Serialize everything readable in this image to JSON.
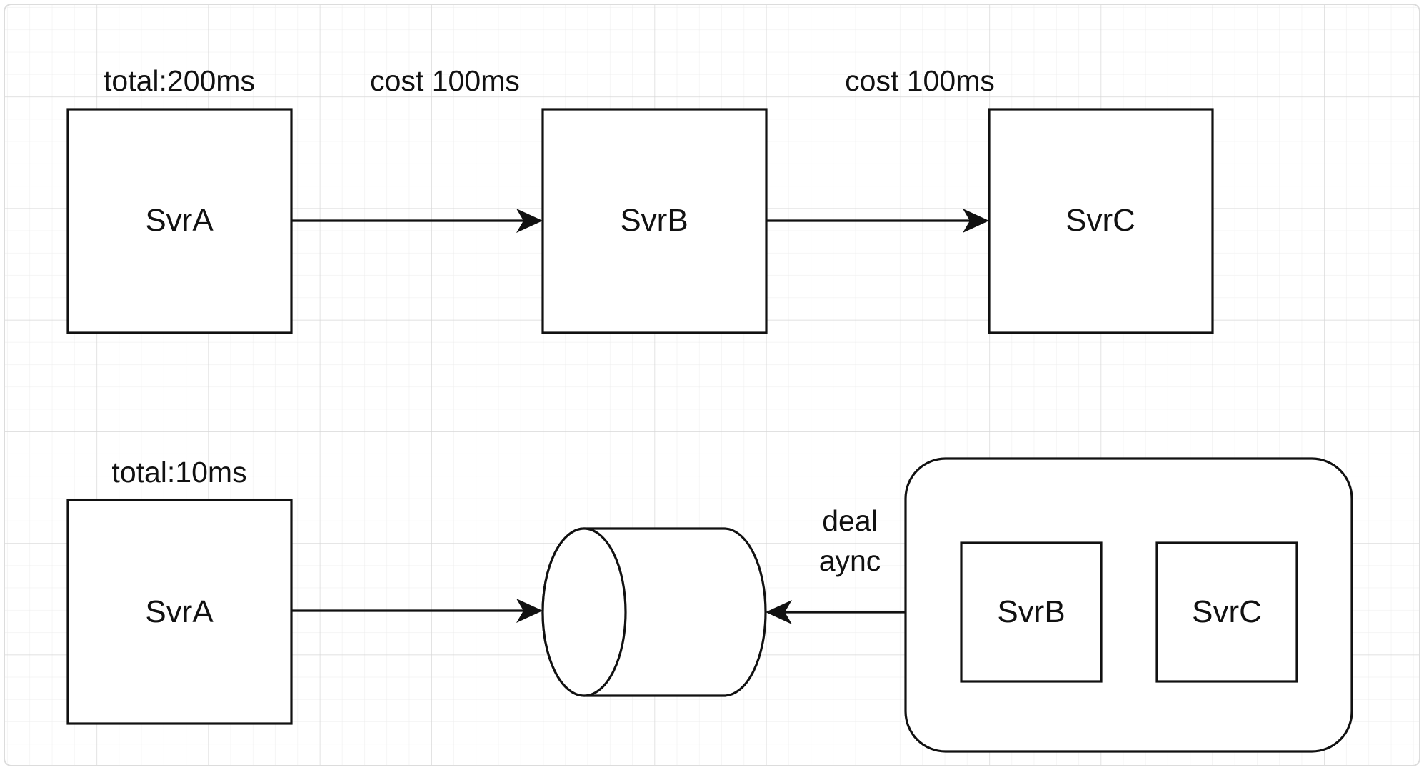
{
  "diagram": {
    "sync_flow": {
      "total_label": "total:200ms",
      "cost_label_1": "cost 100ms",
      "cost_label_2": "cost 100ms",
      "node_a": "SvrA",
      "node_b": "SvrB",
      "node_c": "SvrC"
    },
    "async_flow": {
      "total_label": "total:10ms",
      "node_a": "SvrA",
      "deal_label_line1": "deal",
      "deal_label_line2": "aync",
      "group_node_b": "SvrB",
      "group_node_c": "SvrC"
    }
  },
  "colors": {
    "background": "#ffffff",
    "stroke": "#111111",
    "grid_minor": "#e6e6e6",
    "grid_major": "#d5d5d5",
    "frame_border": "#dcdcdc"
  }
}
